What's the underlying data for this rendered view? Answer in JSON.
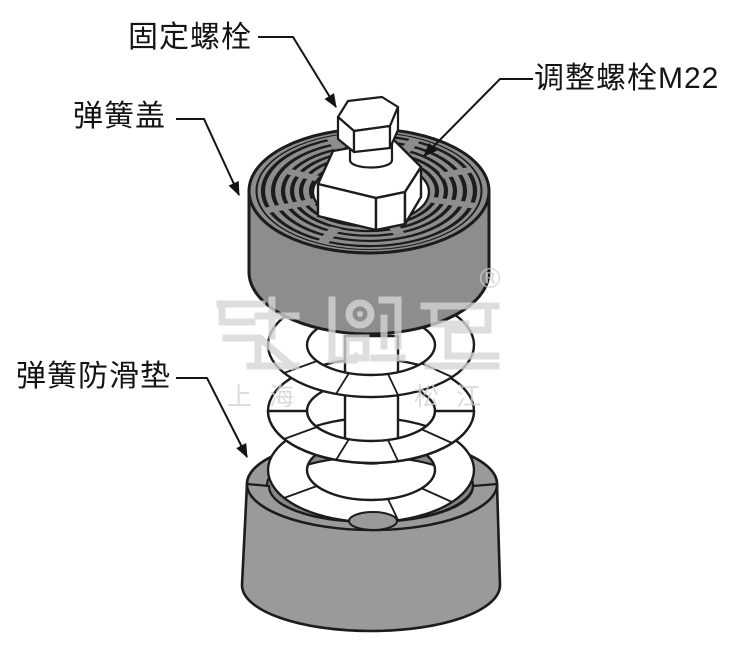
{
  "diagram": {
    "title_hint": "spring vibration isolator exploded line drawing",
    "labels": {
      "fixing_bolt": "固定螺栓",
      "adjusting_bolt": "调整螺栓M22",
      "spring_cover": "弹簧盖",
      "spring_antislip_pad": "弹簧防滑垫"
    },
    "watermark": {
      "registered_mark": "®",
      "left_text": "上海",
      "right_text": "松江"
    },
    "colors": {
      "background": "#ffffff",
      "line": "#1c1c1c",
      "cover_gray": "#8d8d8d",
      "base_gray": "#9a9a9a",
      "recess_gray": "#878787",
      "part_white": "#ffffff",
      "watermark_gray": "#d6d6d6"
    }
  }
}
